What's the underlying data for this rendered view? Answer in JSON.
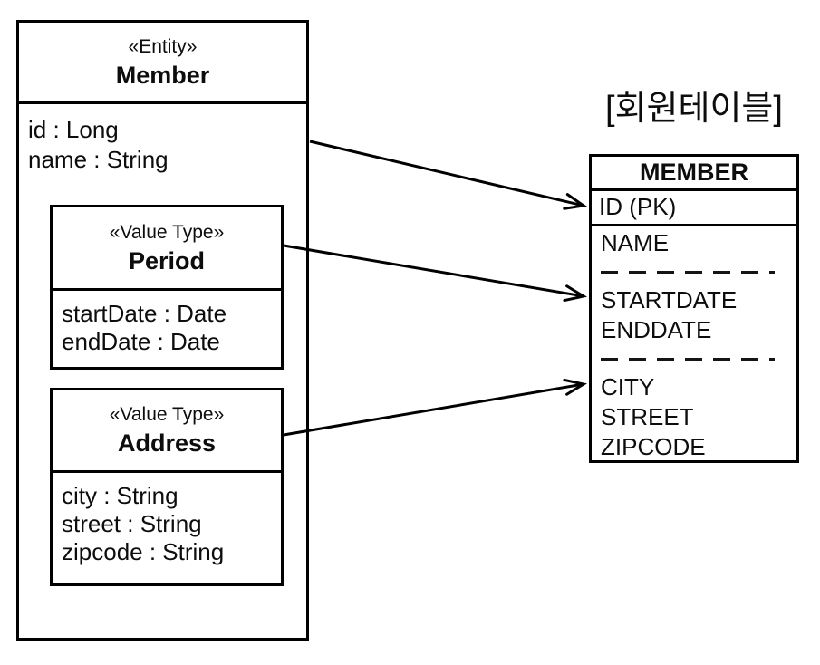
{
  "entity": {
    "stereotype": "«Entity»",
    "name": "Member",
    "attributes": [
      "id : Long",
      "name : String"
    ],
    "value_types": [
      {
        "stereotype": "«Value Type»",
        "name": "Period",
        "attributes": [
          "startDate : Date",
          "endDate : Date"
        ]
      },
      {
        "stereotype": "«Value Type»",
        "name": "Address",
        "attributes": [
          "city : String",
          "street : String",
          "zipcode : String"
        ]
      }
    ]
  },
  "table": {
    "caption": "[회원테이블]",
    "title": "MEMBER",
    "pk_row": "ID (PK)",
    "rows": [
      "NAME",
      "STARTDATE",
      "ENDDATE",
      "CITY",
      "STREET",
      "ZIPCODE"
    ]
  },
  "arrows": [
    {
      "from": "member-attributes",
      "to": "table-pk-row"
    },
    {
      "from": "period-value-type",
      "to": "table-startdate-group"
    },
    {
      "from": "address-value-type",
      "to": "table-city-group"
    }
  ],
  "colors": {
    "stroke": "#000000",
    "background": "#ffffff",
    "text": "#0d0d0d"
  }
}
